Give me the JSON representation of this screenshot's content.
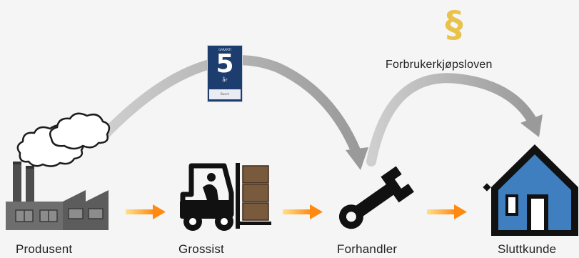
{
  "nodes": {
    "producer": {
      "label": "Produsent"
    },
    "wholesaler": {
      "label": "Grossist"
    },
    "retailer": {
      "label": "Forhandler"
    },
    "customer": {
      "label": "Sluttkunde"
    }
  },
  "law": {
    "symbol": "§",
    "label": "Forbrukerkjøpsloven"
  },
  "warranty_badge": {
    "top_text": "GARANTI",
    "number": "5",
    "unit_text": "år",
    "bottom_text": "Bosch"
  },
  "colors": {
    "background": "#f5f5f5",
    "flow_arrow": "#ff9a1f",
    "arc_arrow": "#aaaaaa",
    "section_symbol": "#e8c24a",
    "house_fill": "#3f7fbf",
    "icon_dark": "#111111"
  }
}
